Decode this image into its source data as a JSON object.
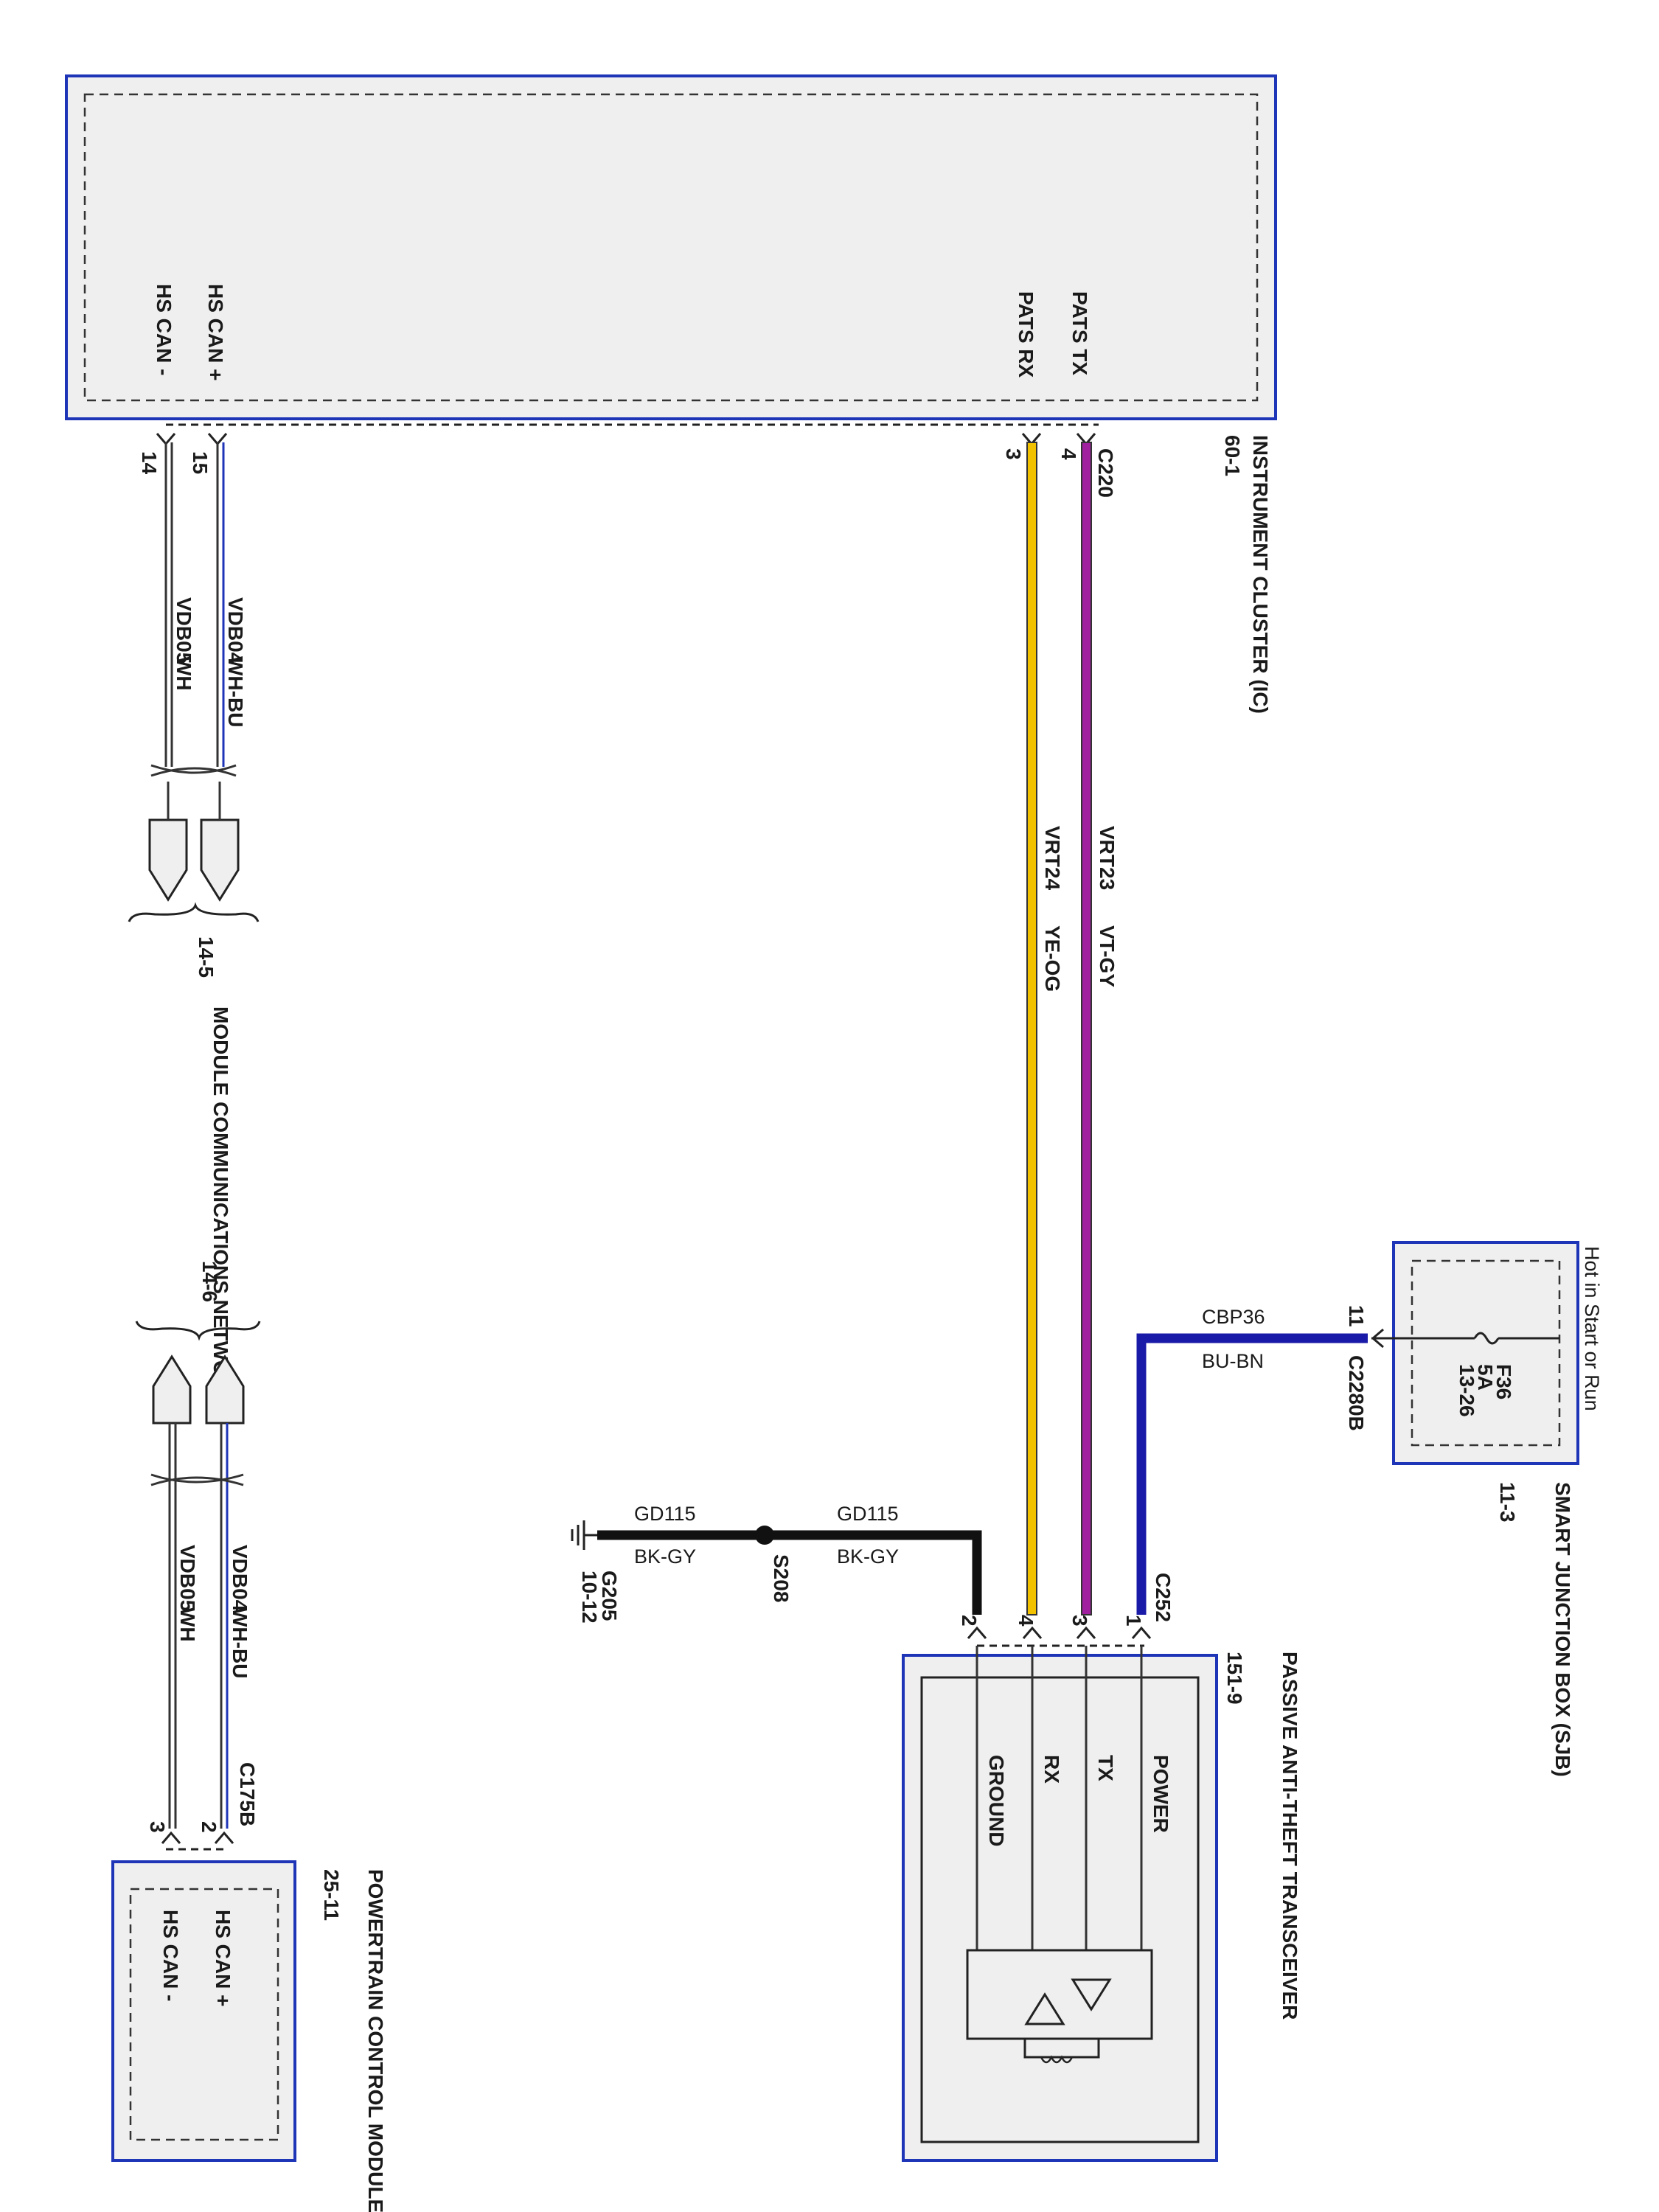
{
  "instrument_cluster": {
    "name": "INSTRUMENT CLUSTER (IC)",
    "ref": "60-1",
    "connector": "C220",
    "pins": [
      {
        "label": "HS CAN -",
        "pin": "14"
      },
      {
        "label": "HS CAN +",
        "pin": "15"
      },
      {
        "label": "PATS RX",
        "pin": "3"
      },
      {
        "label": "PATS TX",
        "pin": "4"
      }
    ]
  },
  "can_wires": [
    {
      "circuit": "VDB04",
      "color": "WH-BU"
    },
    {
      "circuit": "VDB05",
      "color": "WH"
    }
  ],
  "pats_wires": [
    {
      "circuit": "VRT23",
      "color": "VT-GY",
      "hex": "#a020a0"
    },
    {
      "circuit": "VRT24",
      "color": "YE-OG",
      "hex": "#f2c200"
    }
  ],
  "mcn_top": {
    "ref": "14-5",
    "name": "MODULE COMMUNICATIONS NETWORK"
  },
  "mcn_bottom": {
    "ref": "14-6"
  },
  "sjb": {
    "name": "SMART JUNCTION BOX (SJB)",
    "ref": "11-3",
    "hot": "Hot in Start or Run",
    "fuse": "F36",
    "fuse_rating": "5A",
    "fuse_ref": "13-26",
    "connector": "C2280B",
    "pin": "11"
  },
  "power_wire": {
    "circuit": "CBP36",
    "color": "BU-BN",
    "hex": "#1a1aa8"
  },
  "ground": {
    "circuit": "GD115",
    "color": "BK-GY",
    "splice": "S208",
    "ground_point": "G205",
    "ground_ref": "10-12"
  },
  "pats": {
    "name": "PASSIVE ANTI-THEFT TRANSCEIVER",
    "ref": "151-9",
    "connector": "C252",
    "pins": [
      {
        "label": "POWER",
        "pin": "1"
      },
      {
        "label": "TX",
        "pin": "3"
      },
      {
        "label": "RX",
        "pin": "4"
      },
      {
        "label": "GROUND",
        "pin": "2"
      }
    ]
  },
  "pcm": {
    "name": "POWERTRAIN CONTROL MODULE (PCM)",
    "ref": "25-11",
    "connector": "C175B",
    "pins": [
      {
        "label": "HS CAN +",
        "pin": "2"
      },
      {
        "label": "HS CAN -",
        "pin": "3"
      }
    ]
  }
}
